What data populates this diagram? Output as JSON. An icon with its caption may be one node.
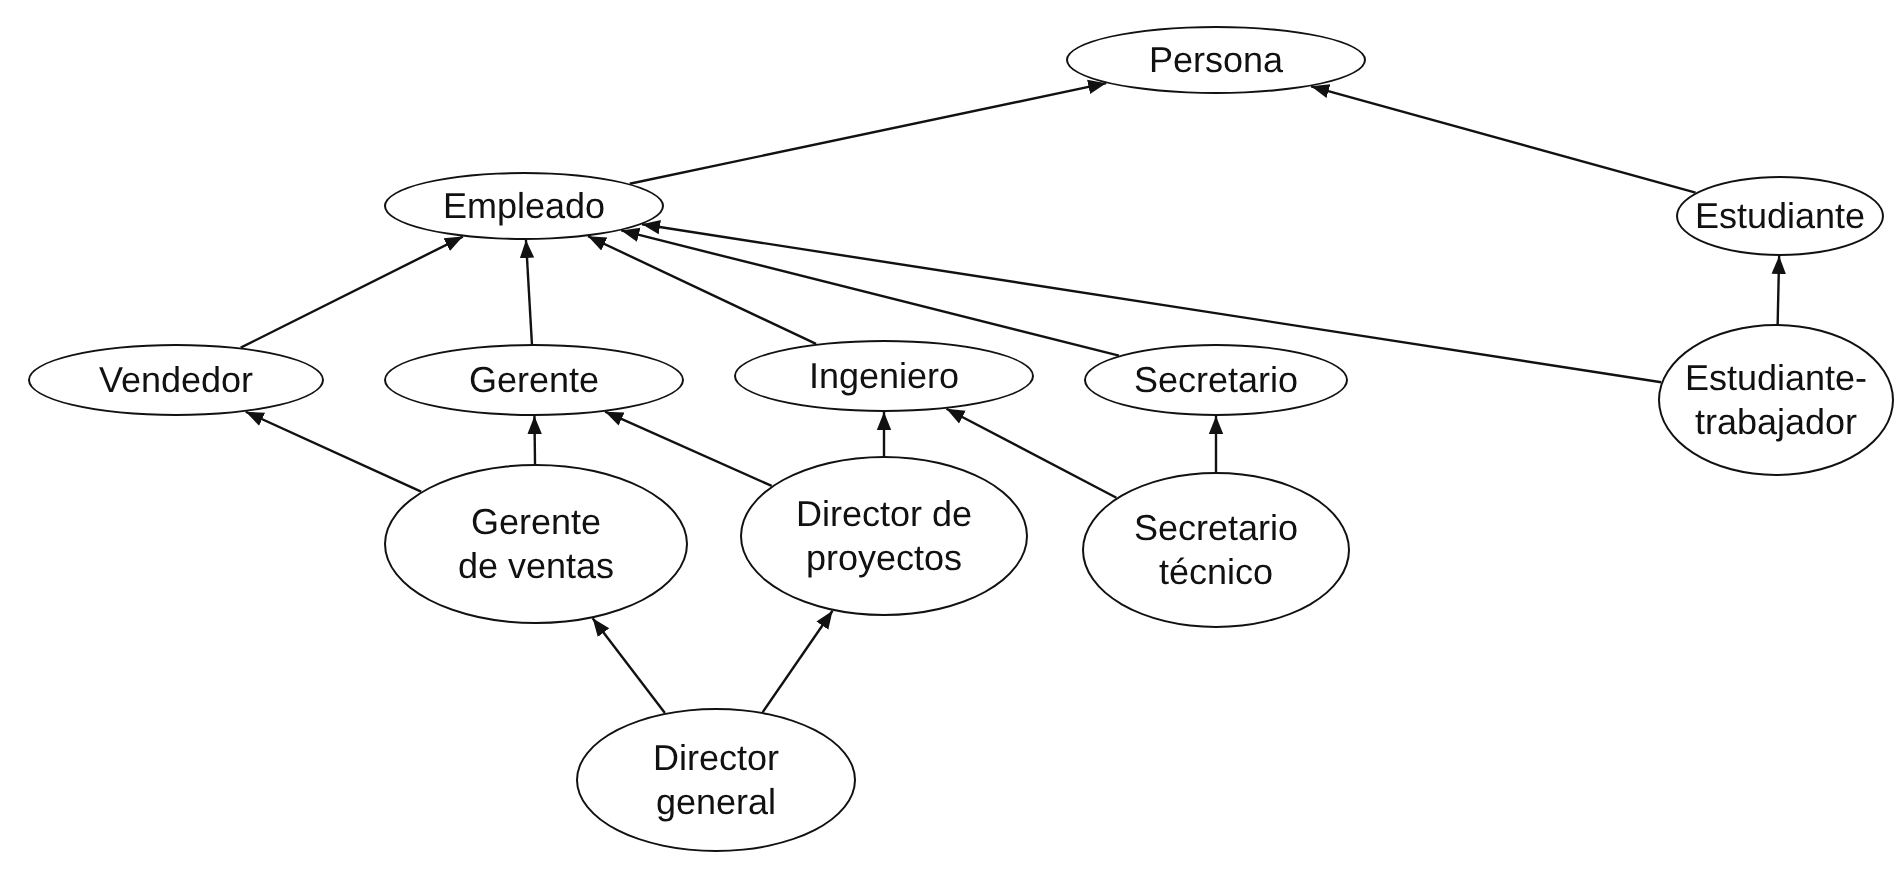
{
  "diagram": {
    "nodes": [
      {
        "text": [
          "Persona"
        ]
      },
      {
        "text": [
          "Empleado"
        ]
      },
      {
        "text": [
          "Estudiante"
        ]
      },
      {
        "text": [
          "Vendedor"
        ]
      },
      {
        "text": [
          "Gerente"
        ]
      },
      {
        "text": [
          "Ingeniero"
        ]
      },
      {
        "text": [
          "Secretario"
        ]
      },
      {
        "text": [
          "Estudiante- trabajador"
        ]
      },
      {
        "text": [
          "Gerente de ventas"
        ]
      },
      {
        "text": [
          "Director de proyectos"
        ]
      },
      {
        "text": [
          "Secretario técnico"
        ]
      },
      {
        "text": [
          "Director general"
        ]
      }
    ],
    "edges": [
      {
        "from": 1,
        "to": 0,
        "arrow": "to"
      },
      {
        "from": 2,
        "to": 0,
        "arrow": "to"
      },
      {
        "from": 3,
        "to": 1,
        "arrow": "to"
      },
      {
        "from": 4,
        "to": 1,
        "arrow": "to"
      },
      {
        "from": 5,
        "to": 1,
        "arrow": "to"
      },
      {
        "from": 6,
        "to": 1,
        "arrow": "to"
      },
      {
        "from": 7,
        "to": 1,
        "arrow": "to"
      },
      {
        "from": 7,
        "to": 2,
        "arrow": "to"
      },
      {
        "from": 8,
        "to": 3,
        "arrow": "to"
      },
      {
        "from": 8,
        "to": 4,
        "arrow": "to"
      },
      {
        "from": 9,
        "to": 4,
        "arrow": "to"
      },
      {
        "from": 9,
        "to": 5,
        "arrow": "to"
      },
      {
        "from": 10,
        "to": 5,
        "arrow": "to"
      },
      {
        "from": 10,
        "to": 6,
        "arrow": "to"
      },
      {
        "from": 11,
        "to": 8,
        "arrow": "to"
      },
      {
        "from": 11,
        "to": 9,
        "arrow": "to"
      }
    ]
  }
}
